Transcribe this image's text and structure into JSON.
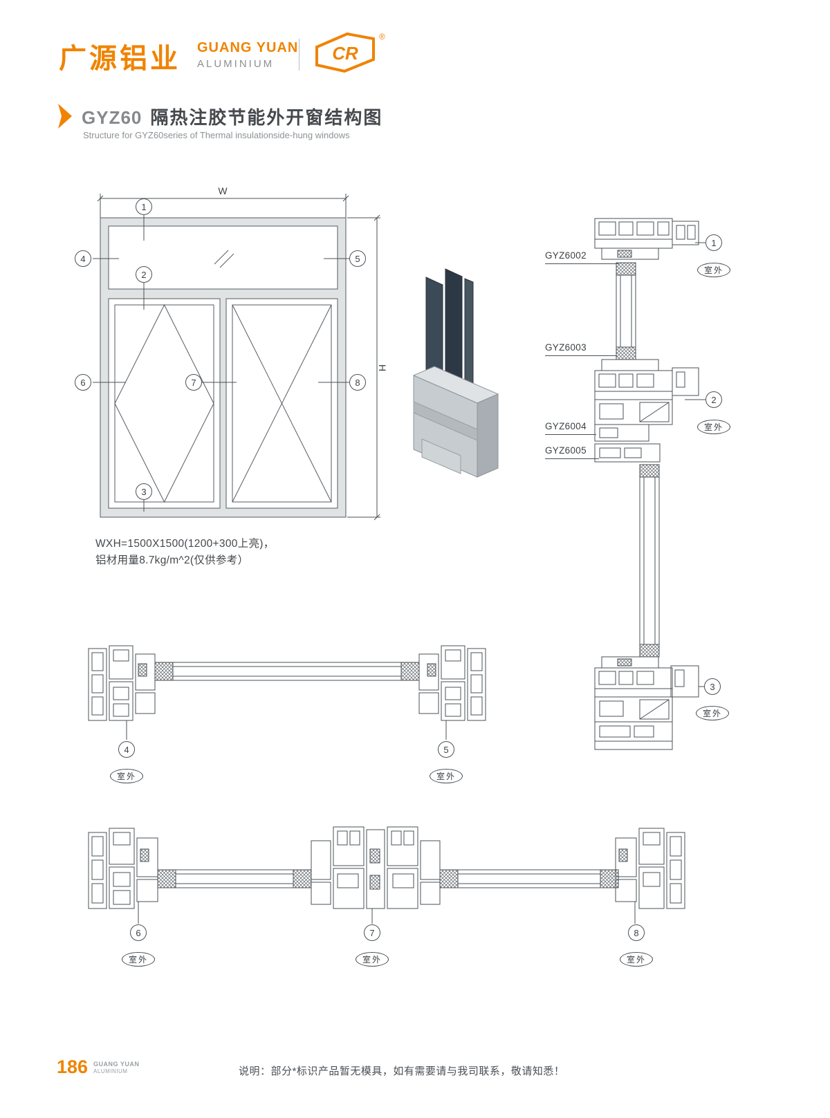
{
  "header": {
    "brand_cn": "广源铝业",
    "brand_en": "GUANG YUAN",
    "brand_sub": "ALUMINIUM",
    "logo_text": "CR",
    "reg_mark": "®"
  },
  "title": {
    "series": "GYZ60",
    "name_cn": "隔热注胶节能外开窗结构图",
    "subtitle_en": "Structure for GYZ60series of Thermal insulationside-hung windows"
  },
  "drawing": {
    "dim_width_label": "W",
    "dim_height_label": "H",
    "spec_line1": "WXH=1500X1500(1200+300上亮)，",
    "spec_line2": "铝材用量8.7kg/m^2(仅供参考）"
  },
  "profile_labels": [
    "GYZ6002",
    "GYZ6003",
    "GYZ6004",
    "GYZ6005"
  ],
  "callouts": [
    "1",
    "2",
    "3",
    "4",
    "5",
    "6",
    "7",
    "8"
  ],
  "outdoor_label": "室外",
  "footer": {
    "page_number": "186",
    "brand_en": "GUANG YUAN",
    "brand_sub": "ALUMINIUM",
    "note": "说明：部分*标识产品暂无模具，如有需要请与我司联系，敬请知悉！"
  },
  "colors": {
    "accent": "#f08300",
    "line": "#4a5055"
  }
}
